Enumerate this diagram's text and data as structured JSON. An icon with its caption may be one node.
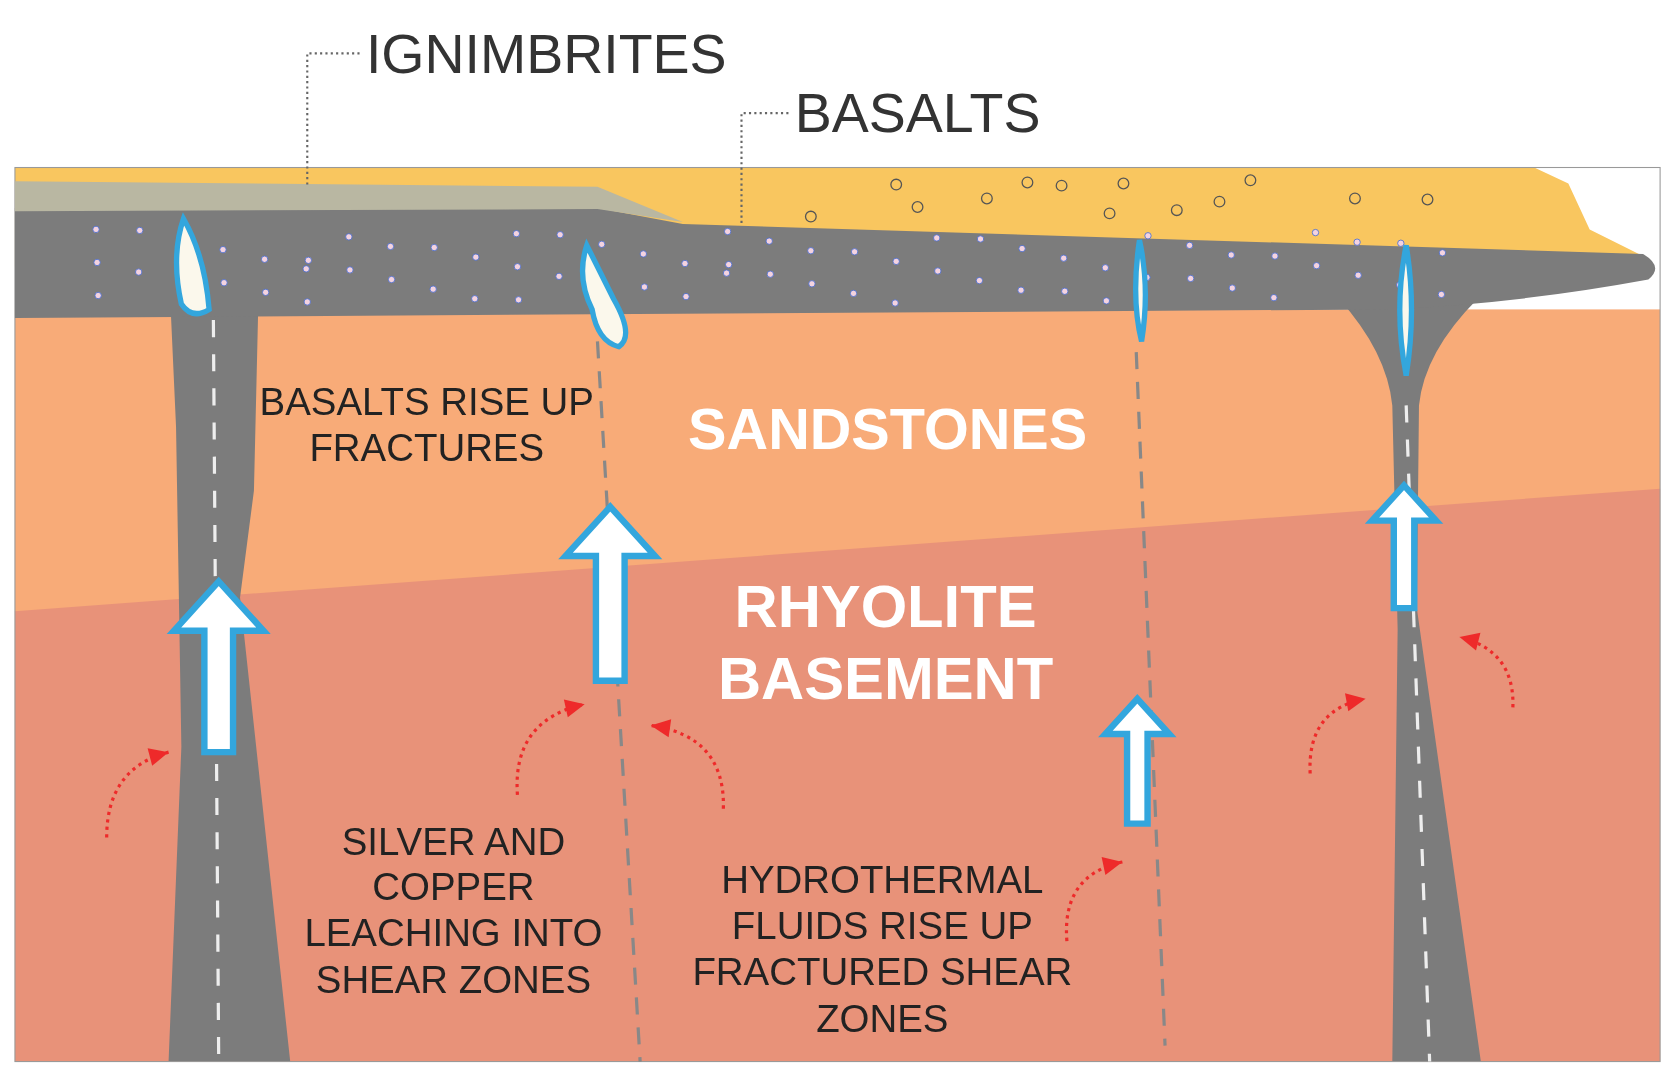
{
  "diagram": {
    "nodes": [
      {
        "text": [
          "IGNIMBRITES"
        ]
      },
      {
        "text": [
          "BASALTS"
        ]
      },
      {
        "text": [],
        "shape": "band"
      },
      {
        "text": [],
        "shape": "band"
      }
    ],
    "edges": [
      {
        "from": 0,
        "to": 2,
        "arrow": "none",
        "style": "dashed"
      },
      {
        "from": 1,
        "to": 3,
        "arrow": "none",
        "style": "dashed"
      }
    ],
    "labels": [
      "BASALTS RISE UP FRACTURES",
      "SANDSTONES",
      "RHYOLITE BASEMENT",
      "SILVER AND COPPER LEACHING INTO SHEAR ZONES",
      "HYDROTHERMAL FLUIDS RISE UP FRACTURED SHEAR ZONES"
    ]
  }
}
